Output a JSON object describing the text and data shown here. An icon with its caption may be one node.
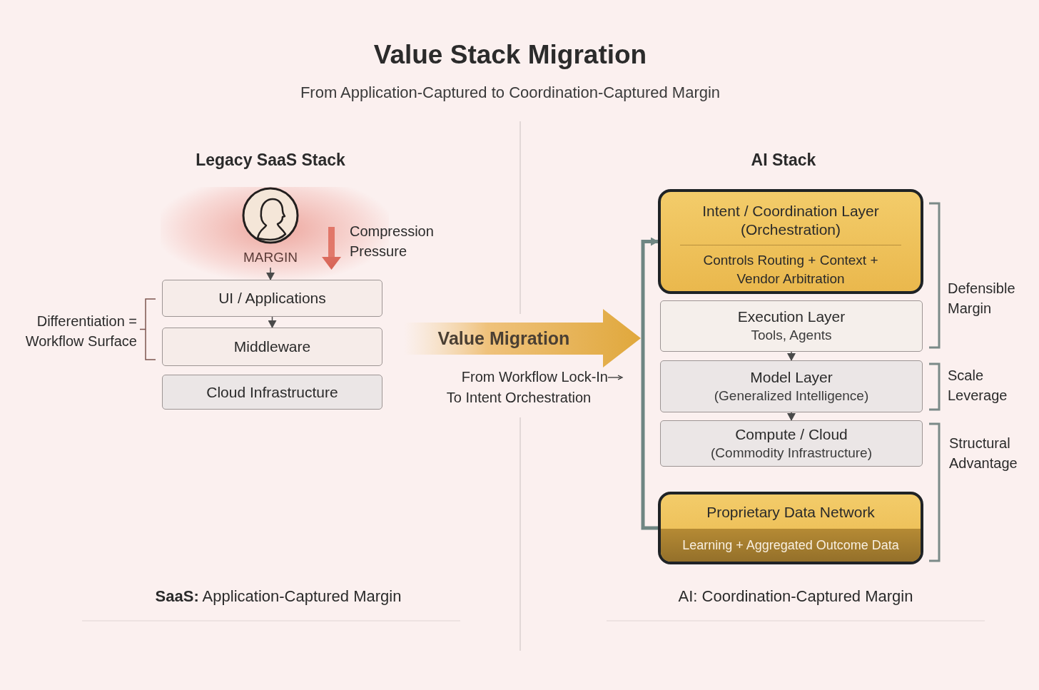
{
  "diagram": {
    "title": "Value Stack Migration",
    "nodes": [
      {
        "text": [],
        "shape": "person",
        "beside": [
          "MARGIN"
        ]
      },
      {
        "text": [
          "UI / Applications"
        ]
      },
      {
        "text": [
          "Middleware"
        ]
      },
      {
        "text": [
          "Cloud Infrastructure"
        ]
      },
      {
        "text": [
          "Value Migration"
        ],
        "beside": [
          "From Workflow Lock-In",
          "To Intent Orchestration"
        ]
      },
      {
        "text": [
          "Intent / Coordination Layer (Orchestration)",
          "Controls Routing + Context + Vendor Arbitration"
        ]
      },
      {
        "text": [
          "Execution Layer",
          "Tools, Agents"
        ]
      },
      {
        "text": [
          "Model Layer",
          "(Generalized Intelligence)"
        ]
      },
      {
        "text": [
          "Compute / Cloud",
          "(Commodity Infrastructure)"
        ]
      },
      {
        "text": [
          "Proprietary Data Network",
          "Learning + Aggregated Outcome Data"
        ]
      }
    ],
    "edges": [
      {
        "from": 0,
        "to": 1,
        "arrow": "to"
      },
      {
        "from": 1,
        "to": 2,
        "arrow": "to"
      },
      {
        "from": 6,
        "to": 7,
        "arrow": "to"
      },
      {
        "from": 7,
        "to": 8,
        "arrow": "to"
      },
      {
        "from": 9,
        "to": 5,
        "arrow": "to",
        "style": "thick",
        "color": "#6e8683"
      }
    ],
    "labels": [
      "From Application-Captured to Coordination-Captured Margin",
      "Legacy SaaS Stack",
      "AI Stack",
      "Compression Pressure",
      "Differentiation = Workflow Surface",
      "Defensible Margin",
      "Scale Leverage",
      "Structural Advantage",
      "**SaaS:** Application-Captured Margin",
      "AI: Coordination-Captured Margin"
    ]
  }
}
